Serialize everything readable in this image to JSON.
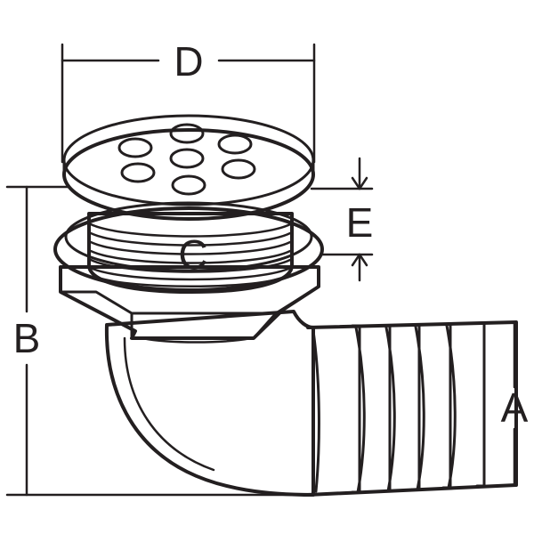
{
  "labels": {
    "a": "A",
    "b": "B",
    "c": "C",
    "d": "D",
    "e": "E"
  },
  "colors": {
    "line": "#231f20",
    "background": "#ffffff"
  }
}
